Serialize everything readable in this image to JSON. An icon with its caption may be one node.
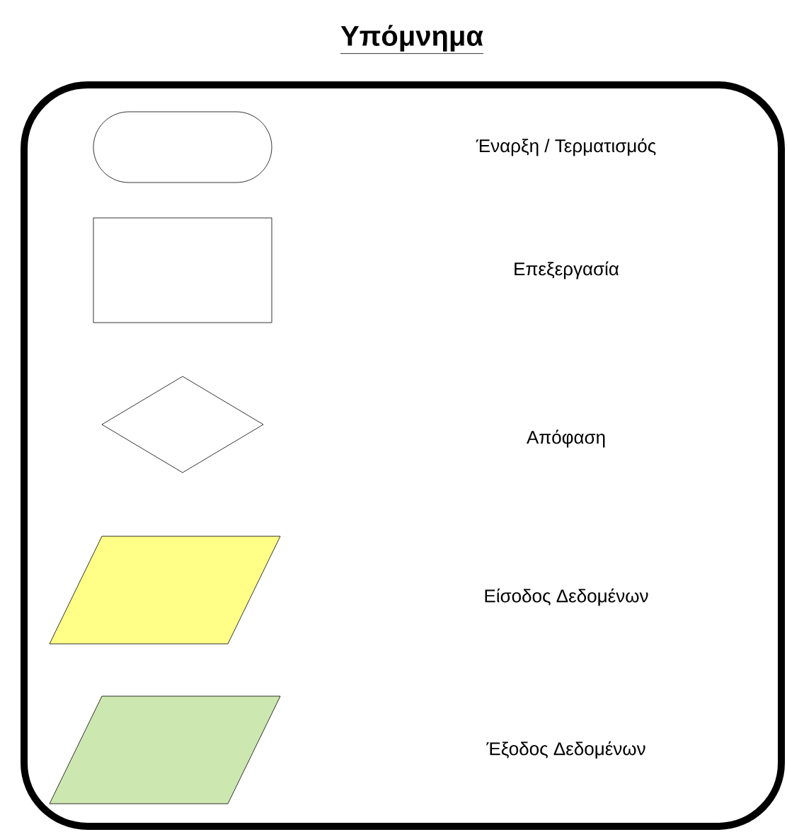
{
  "diagram": {
    "title": "Υπόμνημα",
    "legend": [
      {
        "text": "Έναρξη  / Τερματισμός"
      },
      {
        "text": "Επεξεργασία"
      },
      {
        "text": "Απόφαση"
      },
      {
        "text": "Είσοδος Δεδομένων",
        "color": "#ffff88"
      },
      {
        "text": "Έξοδος Δεδομένων",
        "color": "#cce8b0"
      }
    ]
  }
}
